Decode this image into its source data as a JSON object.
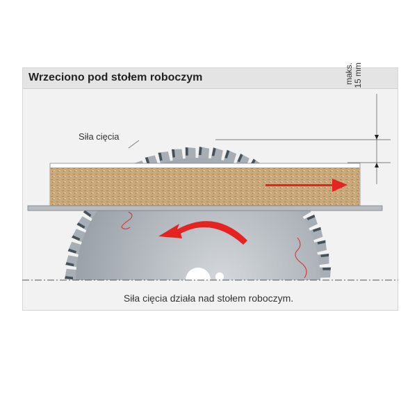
{
  "title": "Wrzeciono pod stołem roboczym",
  "labels": {
    "cutting_force": "Siła cięcia",
    "max_line1": "maks.",
    "max_line2": "15 mm",
    "caption": "Siła cięcia działa nad stołem roboczym."
  },
  "colors": {
    "arrow": "#e52421",
    "blade": "#a7aeb5",
    "board": "#c9a87c",
    "table": "#b8bcc0"
  }
}
